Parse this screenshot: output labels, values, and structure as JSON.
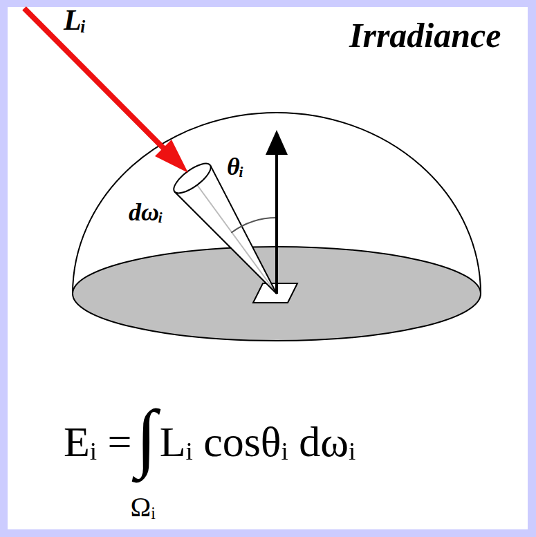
{
  "diagram": {
    "title": "Irradiance",
    "labels": [
      "Lᵢ",
      "dωᵢ",
      "θᵢ",
      "Eᵢ =",
      "∫",
      "Lᵢ cosθᵢ dωᵢ",
      "Ωᵢ"
    ]
  }
}
